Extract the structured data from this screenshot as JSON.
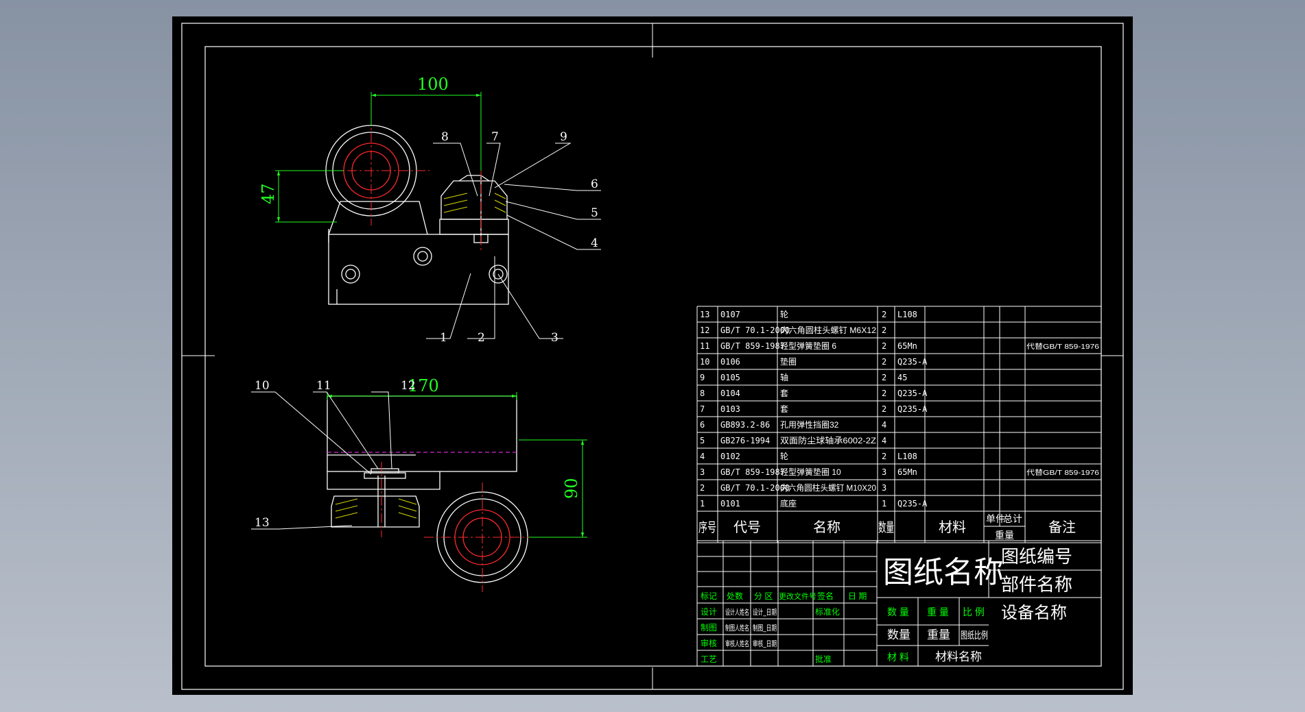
{
  "drawing": {
    "dimensions": {
      "top_width": "100",
      "height_top": "47",
      "bottom_width": "170",
      "height_bottom": "90"
    },
    "callouts_top": [
      "8",
      "7",
      "9",
      "6",
      "5",
      "4",
      "1",
      "2",
      "3"
    ],
    "callouts_bottom": [
      "10",
      "11",
      "12",
      "13"
    ]
  },
  "bom": {
    "rows": [
      {
        "no": "13",
        "code": "0107",
        "name": "轮",
        "qty": "2",
        "material": "L108",
        "note": ""
      },
      {
        "no": "12",
        "code": "GB/T 70.1-2000",
        "name": "内六角圆柱头螺钉 M6X12",
        "qty": "2",
        "material": "",
        "note": ""
      },
      {
        "no": "11",
        "code": "GB/T 859-1987",
        "name": "轻型弹簧垫圈 6",
        "qty": "2",
        "material": "65Mn",
        "note": "代替GB/T 859-1976"
      },
      {
        "no": "10",
        "code": "0106",
        "name": "垫圈",
        "qty": "2",
        "material": "Q235-A",
        "note": ""
      },
      {
        "no": "9",
        "code": "0105",
        "name": "轴",
        "qty": "2",
        "material": "45",
        "note": ""
      },
      {
        "no": "8",
        "code": "0104",
        "name": "套",
        "qty": "2",
        "material": "Q235-A",
        "note": ""
      },
      {
        "no": "7",
        "code": "0103",
        "name": "套",
        "qty": "2",
        "material": "Q235-A",
        "note": ""
      },
      {
        "no": "6",
        "code": "GB893.2-86",
        "name": "孔用弹性挡圈32",
        "qty": "4",
        "material": "",
        "note": ""
      },
      {
        "no": "5",
        "code": "GB276-1994",
        "name": "双面防尘球轴承6002-2Z",
        "qty": "4",
        "material": "",
        "note": ""
      },
      {
        "no": "4",
        "code": "0102",
        "name": "轮",
        "qty": "2",
        "material": "L108",
        "note": ""
      },
      {
        "no": "3",
        "code": "GB/T 859-1987",
        "name": "轻型弹簧垫圈 10",
        "qty": "3",
        "material": "65Mn",
        "note": "代替GB/T 859-1976"
      },
      {
        "no": "2",
        "code": "GB/T 70.1-2000",
        "name": "内六角圆柱头螺钉 M10X20",
        "qty": "3",
        "material": "",
        "note": ""
      },
      {
        "no": "1",
        "code": "0101",
        "name": "底座",
        "qty": "1",
        "material": "Q235-A",
        "note": ""
      }
    ],
    "header": {
      "no": "序号",
      "code": "代号",
      "name": "名称",
      "qty": "数量",
      "material": "材料",
      "unit": "单件",
      "total": "总计",
      "weight": "重量",
      "note": "备注"
    }
  },
  "title_block": {
    "drawing_name": "图纸名称",
    "drawing_number": "图纸编号",
    "part_name": "部件名称",
    "equipment_name": "设备名称",
    "revision_labels": [
      "标记",
      "处数",
      "分 区",
      "更改文件号",
      "签名",
      "日 期"
    ],
    "role_labels": [
      "设计",
      "制图",
      "审核",
      "工艺"
    ],
    "designer": "设计人姓名",
    "design_date": "设计_日期",
    "drafter": "制图人姓名",
    "draft_date": "制图_日期",
    "reviewer": "审核人姓名",
    "review_date": "审核_日期",
    "standardization": "标准化",
    "approval": "批准",
    "qty_label": "数 量",
    "weight_label": "重 量",
    "scale_label": "比 例",
    "qty_value": "数量",
    "weight_value": "重量",
    "scale_value": "图纸比例",
    "material_label": "材 料",
    "material_value": "材料名称"
  },
  "colors": {
    "line": "#ffffff",
    "center": "#ff2a2a",
    "dimension": "#22ff22",
    "hidden": "#ff33ff",
    "label": "#00ff00",
    "hatch": "#d9d900",
    "paper": "#000000"
  }
}
